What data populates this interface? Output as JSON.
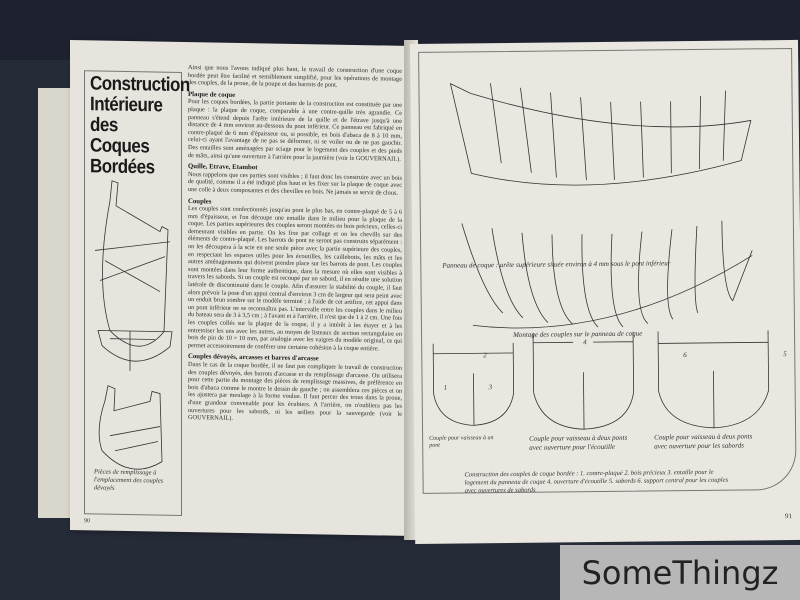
{
  "left_page": {
    "title": "Construction Intérieure des Coques Bordées",
    "intro": "Ainsi que nous l'avons indiqué plus haut, le travail de construction d'une coque bordée peut être facilité et sensiblement simplifié, pour les opérations de montage des couples, de la proue, de la poupe et des barrots de pont.",
    "sections": [
      {
        "heading": "Plaque de coque",
        "text": "Pour les coques bordées, la partie portante de la construction est constituée par une plaque : la plaque de coque, comparable à une contre-quille très agrandie. Ce panneau s'étend depuis l'arête intérieure de la quille et de l'étrave jusqu'à une distance de 4 mm environ au-dessous du pont inférieur. Ce panneau est fabriqué en contre-plaqué de 6 mm d'épaisseur ou, si possible, en bois d'abaca de 8 à 10 mm, celui-ci ayant l'avantage de ne pas se déformer, ni se voiler ou de ne pas gauchir. Des entailles sont aménagées par sciage pour le logement des couples et des pieds de mâts, ainsi qu'une ouverture à l'arrière pour la jaumière (voir le GOUVERNAIL)."
      },
      {
        "heading": "Quille, Etrave, Etambot",
        "text": "Nous rappelons que ces parties sont visibles ; il faut donc les construire avec un bois de qualité, comme il a été indiqué plus haut et les fixer sur la plaque de coque avec une colle à deux composantes et des chevilles en bois. Ne jamais se servir de clous."
      },
      {
        "heading": "Couples",
        "text": "Les couples sont confectionnés jusqu'au pont le plus bas, en contre-plaqué de 5 à 6 mm d'épaisseur, et l'on découpe une entaille dans le milieu pour la plaque de la coque. Les parties supérieures des couples seront montées en bois précieux, celles-ci demeurant visibles en partie. On les fixe par collage et on les chevills sur des éléments de contre-plaqué. Les barrots de pont ne seront pas construits séparément : on les découpera à la scie en une seule pièce avec la partie supérieure des couples, en respectant les espaces utiles pour les écoutilles, les caillebotis, les mâts et les autres aménagements qui doivent prendre place sur les barrots de pont. Les couples sont montées dans leur forme authentique, dans la mesure où elles sont visibles à travers les sabords. Si un couple est recoupé par un sabord, il en résulte une solution latérale de discontinuité dans le couple. Afin d'assurer la stabilité du couple, il faut alors prévoir la pose d'un appui central d'environ 3 cm de largeur qui sera peint avec un enduit brun sombre sur le modèle terminé ; à l'aide de cet artifice, cet appui dans un pont inférieur ne se reconnaîtra pas. L'intervalle entre les couples dans le milieu du bateau sera de 3 à 3,5 cm ; à l'avant et à l'arrière, il n'est que de 1 à 2 cm. Une fois les couples collés sur la plaque de la coque, il y a intérêt à les étayer et à les entretoiser les uns avec les autres, au moyen de listeaux de section rectangulaire en bois de pin de 10 × 10 mm, par analogie avec les vaigres du modèle original, ce qui permet accessoirement de conférer une certaine cohésion à la coque entière."
      },
      {
        "heading": "Couples dévoyés, arcasses et barres d'arcasse",
        "text": "Dans le cas de la coque bordée, il ne faut pas compliquer le travail de construction des couples dévoyés, des barrots d'arcasse et du remplissage d'arcasse. On utilisera pour cette partie du montage des pièces de remplissage massives, de préférence en bois d'abaca comme le montre le dessin de gauche ; on assemblera ces pièces et on les ajustera par meulage à la forme voulue. Il faut percer des trous dans la proue, d'une grandeur convenable pour les écubiers. A l'arrière, on n'oubliera pas les ouvertures pour les sabords, ni les œillets pour la sauvegarde (voir le GOUVERNAIL)."
      }
    ],
    "figure_caption": "Pièces de remplissage à l'emplacement des couples dévoyés",
    "page_number": "90"
  },
  "right_page": {
    "caption_top": "Panneau de coque : arête supérieure située environ à 4 mm sous le pont inférieur",
    "caption_middle": "Montage des couples sur le panneau de coque",
    "frame_captions": [
      "Couple pour vaisseau à un pont",
      "Couple pour vaisseau à deux ponts avec ouverture pour l'écoutille",
      "Couple pour vaisseau à deux ponts avec ouverture pour les sabords"
    ],
    "labels": [
      "1",
      "2",
      "3",
      "4",
      "5",
      "6"
    ],
    "legend": "Construction des couples de coque bordée : 1. contre-plaqué 2. bois précieux 3. entaille pour le logement du panneau de coque 4. ouverture d'écoutille 5. sabords 6. support central pour les couples avec ouvertures de sabords",
    "page_number": "91"
  },
  "watermark": "SomeThingz"
}
